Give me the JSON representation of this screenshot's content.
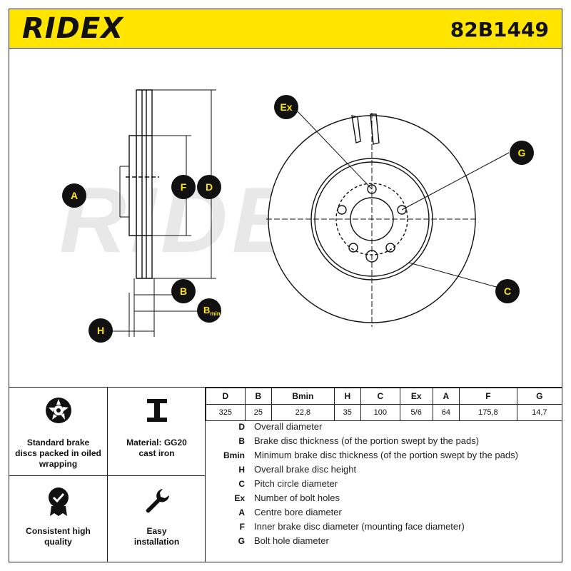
{
  "header": {
    "brand": "RIDEX",
    "part_number": "82B1449"
  },
  "drawing": {
    "callouts": {
      "ex": "Ex",
      "g": "G",
      "a": "A",
      "f": "F",
      "d": "D",
      "b": "B",
      "bmin_main": "B",
      "bmin_sub": "min",
      "h": "H",
      "c": "C"
    },
    "watermark": "RIDEX"
  },
  "features": [
    {
      "label_lines": [
        "Standard brake",
        "discs packed in oiled",
        "wrapping"
      ],
      "icon": "brake-disc-icon"
    },
    {
      "label_lines": [
        "Material: GG20",
        "cast iron"
      ],
      "icon": "i-beam-icon"
    },
    {
      "label_lines": [
        "Consistent high",
        "quality"
      ],
      "icon": "quality-badge-icon"
    },
    {
      "label_lines": [
        "Easy",
        "installation"
      ],
      "icon": "wrench-icon"
    }
  ],
  "spec_table": {
    "headers": [
      "D",
      "B",
      "Bmin",
      "H",
      "C",
      "Ex",
      "A",
      "F",
      "G"
    ],
    "values": [
      "325",
      "25",
      "22,8",
      "35",
      "100",
      "5/6",
      "64",
      "175,8",
      "14,7"
    ]
  },
  "legend": [
    {
      "key": "D",
      "desc": "Overall diameter"
    },
    {
      "key": "B",
      "desc": "Brake disc thickness (of the portion swept by the pads)"
    },
    {
      "key": "Bmin",
      "desc": "Minimum brake disc thickness (of the portion swept by the pads)"
    },
    {
      "key": "H",
      "desc": "Overall brake disc height"
    },
    {
      "key": "C",
      "desc": "Pitch circle diameter"
    },
    {
      "key": "Ex",
      "desc": "Number of bolt holes"
    },
    {
      "key": "A",
      "desc": "Centre bore diameter"
    },
    {
      "key": "F",
      "desc": "Inner brake disc diameter (mounting face diameter)"
    },
    {
      "key": "G",
      "desc": "Bolt hole diameter"
    }
  ],
  "colors": {
    "accent": "#ffe500",
    "ink": "#111111"
  }
}
